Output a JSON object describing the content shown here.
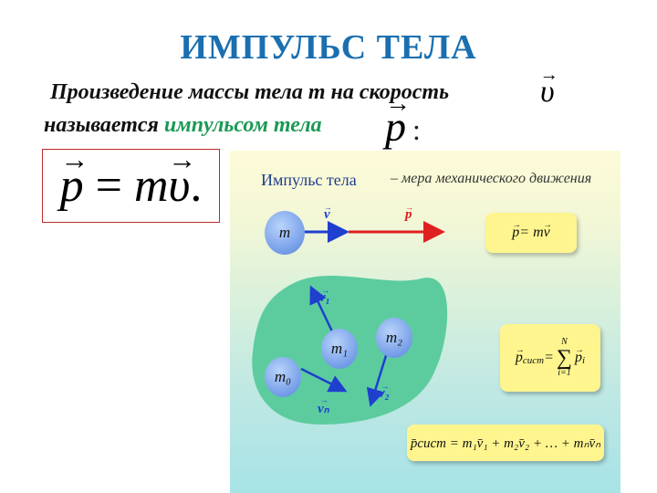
{
  "title": "ИМПУЛЬС  ТЕЛА",
  "definition": {
    "line1": "Произведение массы тела  m   на скорость",
    "line1_symbol": "υ",
    "line2_prefix": "называется",
    "line2_highlight": "импульсом тела",
    "line2_symbol": "p",
    "line2_suffix": ":"
  },
  "formula_box": {
    "p": "p",
    "eq": " = ",
    "m": "m",
    "v": "υ",
    "dot": "."
  },
  "panel": {
    "heading": "Импульс тела",
    "heading_desc": "– мера механического движения",
    "single_body": {
      "mass_label": "m",
      "velocity_label": "v",
      "momentum_label": "p"
    },
    "formula1": {
      "p": "p",
      "rest": " = m",
      "v": "v"
    },
    "system_bodies": [
      {
        "label": "m₀",
        "velocity": "vₙ"
      },
      {
        "label": "m₁",
        "velocity": "v₁"
      },
      {
        "label": "m₂",
        "velocity": "v₂"
      }
    ],
    "formula2": {
      "p": "p",
      "sub": "сист",
      "eq": "= ",
      "sum_top": "N",
      "sum": "∑",
      "sum_bottom": "i=1",
      "pi": "p",
      "pi_sub": "i"
    },
    "formula3": "p̄сист = m₁v̄₁ + m₂v̄₂ + … + mₙv̄ₙ"
  },
  "colors": {
    "title": "#1a6fb0",
    "highlight": "#1a9a55",
    "box_border": "#c02a2a",
    "velocity_arrow": "#1f3fcf",
    "momentum_arrow": "#e02020",
    "blob": "#5ccc9f",
    "formula_bg": "#fff58f"
  }
}
